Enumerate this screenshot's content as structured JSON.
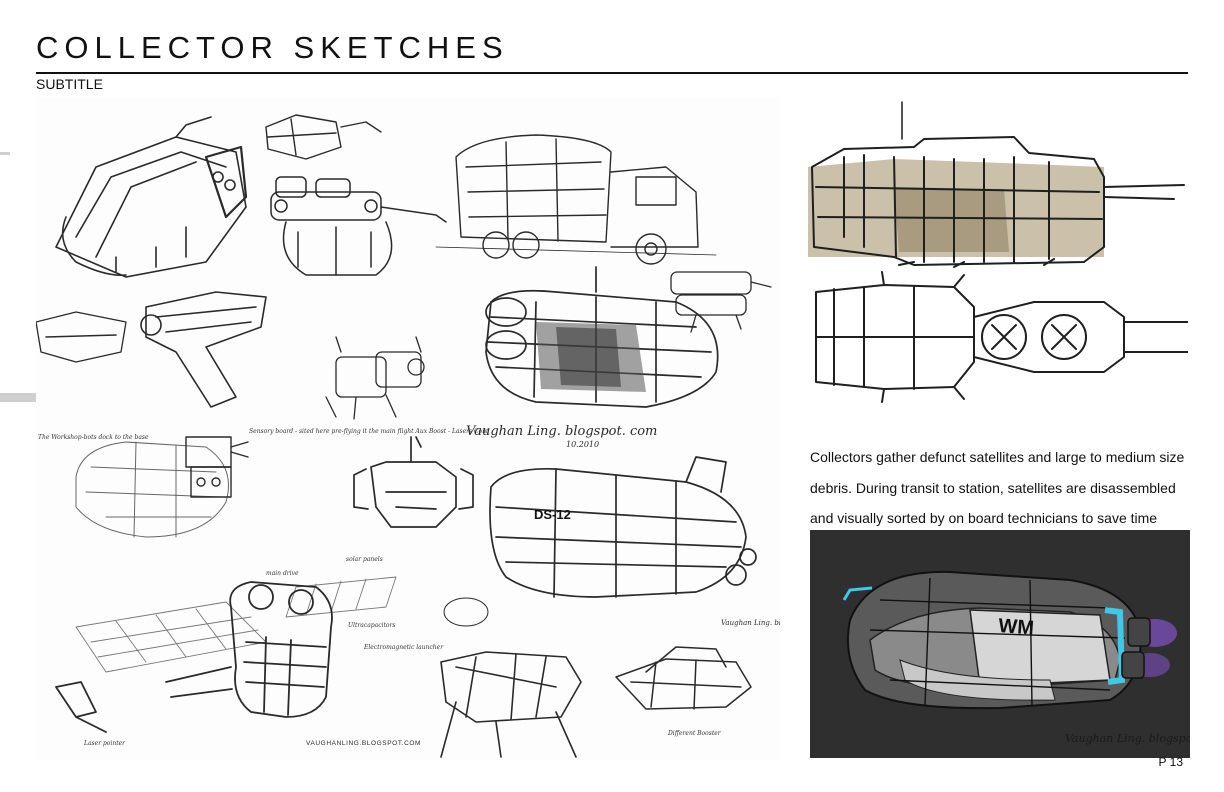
{
  "page": {
    "title": "COLLECTOR SKETCHES",
    "subtitle": "SUBTITLE",
    "page_number": "P 13"
  },
  "description": {
    "lines": [
      "Collectors gather defunct satellites and large to medium size",
      "debris.  During transit to station, satellites are disassembled",
      "and visually sorted by on board technicians to save time"
    ]
  },
  "sketch_sheet": {
    "signature": "Vaughan Ling. blogspot. com",
    "signature_date": "10.2010",
    "ship_label": "DS-12",
    "signature_small": "Vaughan Ling. blog",
    "url_caption": "VAUGHANLING.BLOGSPOT.COM",
    "notes": {
      "annotation_1": "The Workshop-bots dock to the base",
      "annotation_2": "Sensory board - sited here pre-flying it the main flight Aux Boost - Lasers Cont",
      "annotation_3": "solar panels",
      "annotation_4": "main drive",
      "annotation_5": "Ultracapacitors",
      "annotation_6": "Electromagnetic launcher",
      "annotation_7": "Laser pointer",
      "annotation_8": "Different Booster"
    }
  },
  "render": {
    "logo_text": "WM",
    "signature": "Vaughan Ling. blogspot"
  },
  "colors": {
    "ink": "#2a2a2a",
    "render_bg": "#2f2f2f",
    "accent_cyan": "#3fc8e8",
    "accent_purple": "#9a5cf0",
    "paper_tan": "#b9ab8c"
  }
}
